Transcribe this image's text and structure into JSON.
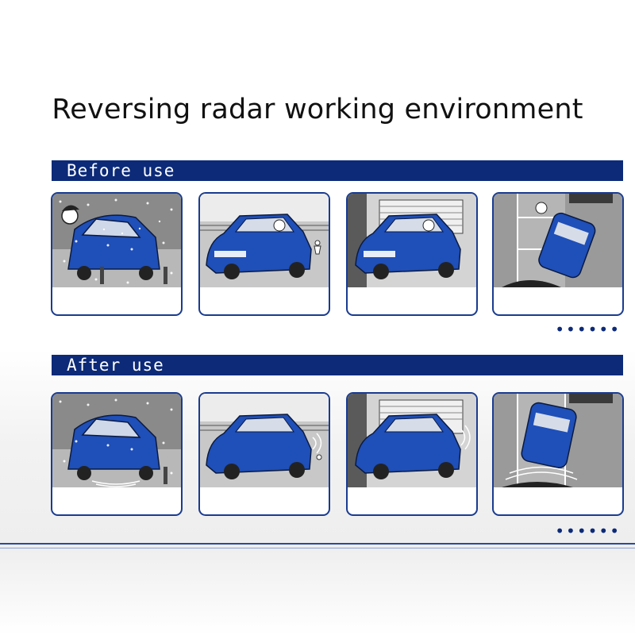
{
  "title": "Reversing radar working environment",
  "sections": {
    "before": {
      "label": "Before use",
      "more": "••••••"
    },
    "after": {
      "label": "After use",
      "more": "••••••"
    }
  },
  "colors": {
    "band": "#0c2a78",
    "panel_border": "#1a3c8f",
    "car": "#1f4fb8"
  }
}
